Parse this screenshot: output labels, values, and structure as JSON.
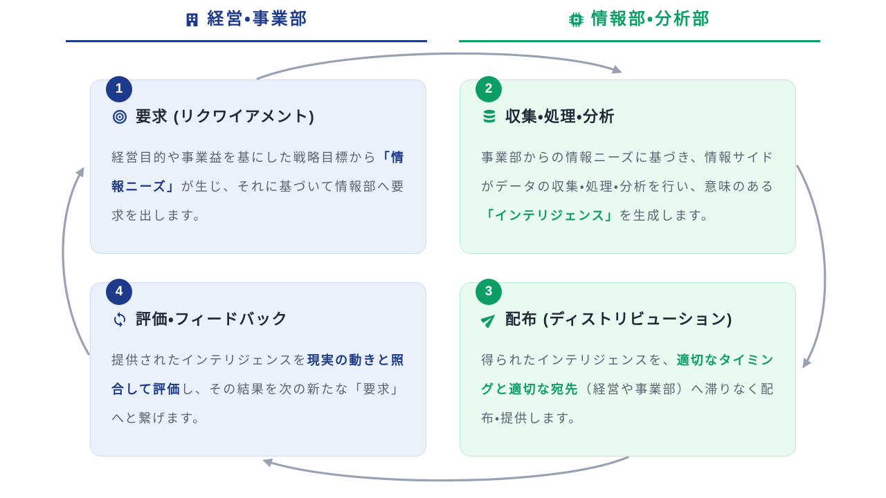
{
  "headers": [
    {
      "label": "経営・事業部",
      "icon": "building-icon",
      "color": "#1e3a8a"
    },
    {
      "label": "情報部・分析部",
      "icon": "microchip-icon",
      "color": "#0d9e66"
    }
  ],
  "cards": [
    {
      "number": "1",
      "title": "要求 (リクワイアメント)",
      "icon": "target-icon",
      "theme": "blue",
      "body": [
        {
          "text": "経営目的や事業益を基にした戦略目標から",
          "strong": false
        },
        {
          "text": "「情報ニーズ」",
          "strong": true
        },
        {
          "text": "が生じ、それに基づいて情報部へ要求を出します。",
          "strong": false
        }
      ]
    },
    {
      "number": "2",
      "title": "収集・処理・分析",
      "icon": "database-icon",
      "theme": "green",
      "body": [
        {
          "text": "事業部からの情報ニーズに基づき、情報サイドがデータの収集・処理・分析を行い、意味のある",
          "strong": false
        },
        {
          "text": "「インテリジェンス」",
          "strong": true
        },
        {
          "text": "を生成します。",
          "strong": false
        }
      ]
    },
    {
      "number": "3",
      "title": "配布 (ディストリビューション)",
      "icon": "paper-plane-icon",
      "theme": "green",
      "body": [
        {
          "text": "得られたインテリジェンスを、",
          "strong": false
        },
        {
          "text": "適切なタイミングと適切な宛先",
          "strong": true
        },
        {
          "text": "（経営や事業部）へ滞りなく配布・提供します。",
          "strong": false
        }
      ]
    },
    {
      "number": "4",
      "title": "評価・フィードバック",
      "icon": "sync-icon",
      "theme": "blue",
      "body": [
        {
          "text": "提供されたインテリジェンスを",
          "strong": false
        },
        {
          "text": "現実の動きと照合して評価",
          "strong": true
        },
        {
          "text": "し、その結果を次の新たな「要求」へと繋げます。",
          "strong": false
        }
      ]
    }
  ],
  "colors": {
    "navy": "#1e3a8a",
    "green": "#0d9e66",
    "card_blue_bg": "#eaf1fb",
    "card_blue_border": "#c9dcf3",
    "card_green_bg": "#e9faf0",
    "card_green_border": "#b7ecd1",
    "title_text": "#1f2937",
    "body_text": "#5a6472",
    "arrow": "#98a2b3"
  }
}
